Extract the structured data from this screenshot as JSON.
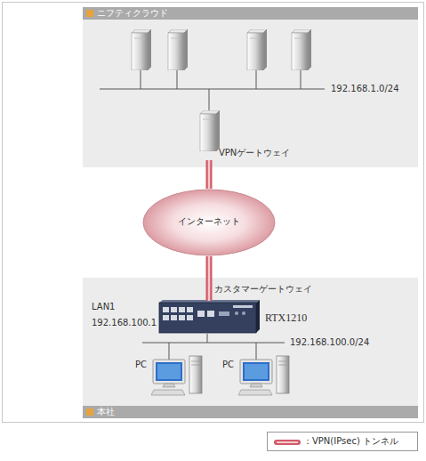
{
  "diagram": {
    "nodes": [
      {
        "text": [
          "ニフティクラウド"
        ]
      },
      {
        "text": [
          "VPNゲートウェイ"
        ],
        "in": 0
      },
      {
        "text": [
          "インターネット"
        ]
      },
      {
        "text": [
          "本社"
        ]
      },
      {
        "text": [
          "カスタマーゲートウェイ",
          "RTX1210"
        ],
        "in": 3
      }
    ],
    "edges": [
      {
        "from": 1,
        "to": 2,
        "arrow": "none"
      },
      {
        "from": 2,
        "to": 4,
        "arrow": "none"
      }
    ],
    "labels": [
      "192.168.1.0/24",
      "LAN1",
      "192.168.100.1",
      "192.168.100.0/24",
      "PC",
      "PC"
    ],
    "legend": [
      {
        "text": "：VPN(IPsec) トンネル"
      }
    ]
  }
}
